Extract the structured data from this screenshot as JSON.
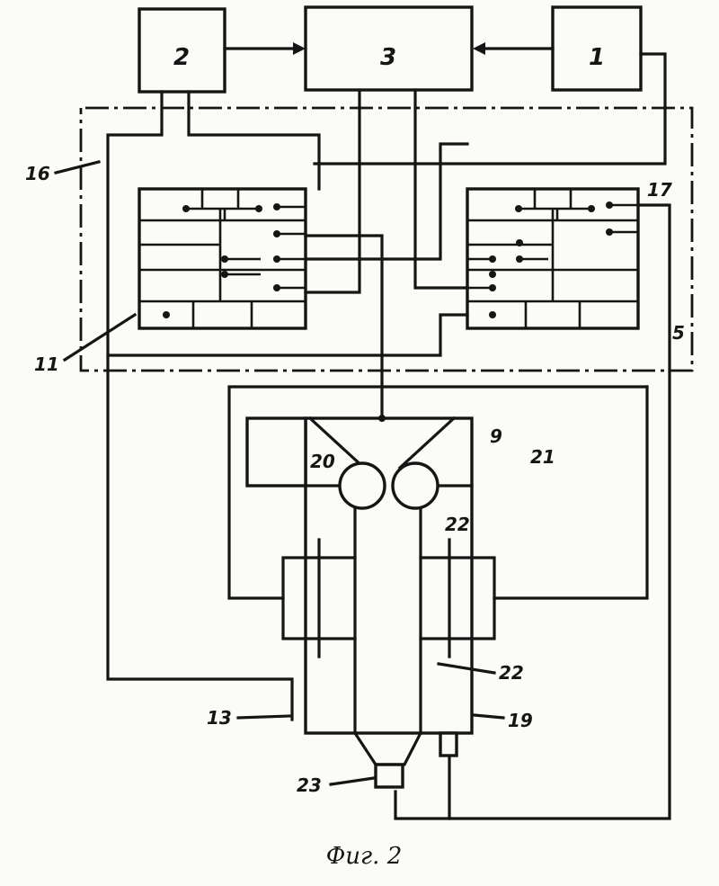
{
  "labels": {
    "block_1": "1",
    "block_2": "2",
    "block_3": "3",
    "label_5": "5",
    "label_9": "9",
    "label_11": "11",
    "label_13": "13",
    "label_16": "16",
    "label_17": "17",
    "label_19": "19",
    "label_20": "20",
    "label_21": "21",
    "label_22_upper": "22",
    "label_22_lower": "22",
    "label_23": "23"
  },
  "caption": "Фиг. 2",
  "colors": {
    "ink": "#151515",
    "paper": "#fbfbf7"
  }
}
